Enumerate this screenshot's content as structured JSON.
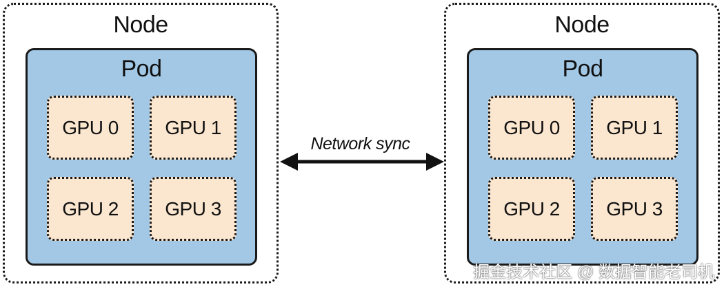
{
  "nodes": [
    {
      "title": "Node",
      "pod": {
        "title": "Pod",
        "gpus": [
          "GPU 0",
          "GPU 1",
          "GPU 2",
          "GPU 3"
        ]
      }
    },
    {
      "title": "Node",
      "pod": {
        "title": "Pod",
        "gpus": [
          "GPU 0",
          "GPU 1",
          "GPU 2",
          "GPU 3"
        ]
      }
    }
  ],
  "connector": {
    "label": "Network sync",
    "direction": "bidirectional"
  },
  "watermark": "掘金技术社区 @ 数据智能老司机",
  "colors": {
    "pod_fill": "#a2c8e6",
    "gpu_fill": "#fbe6cf",
    "border": "#1a1a1a"
  }
}
